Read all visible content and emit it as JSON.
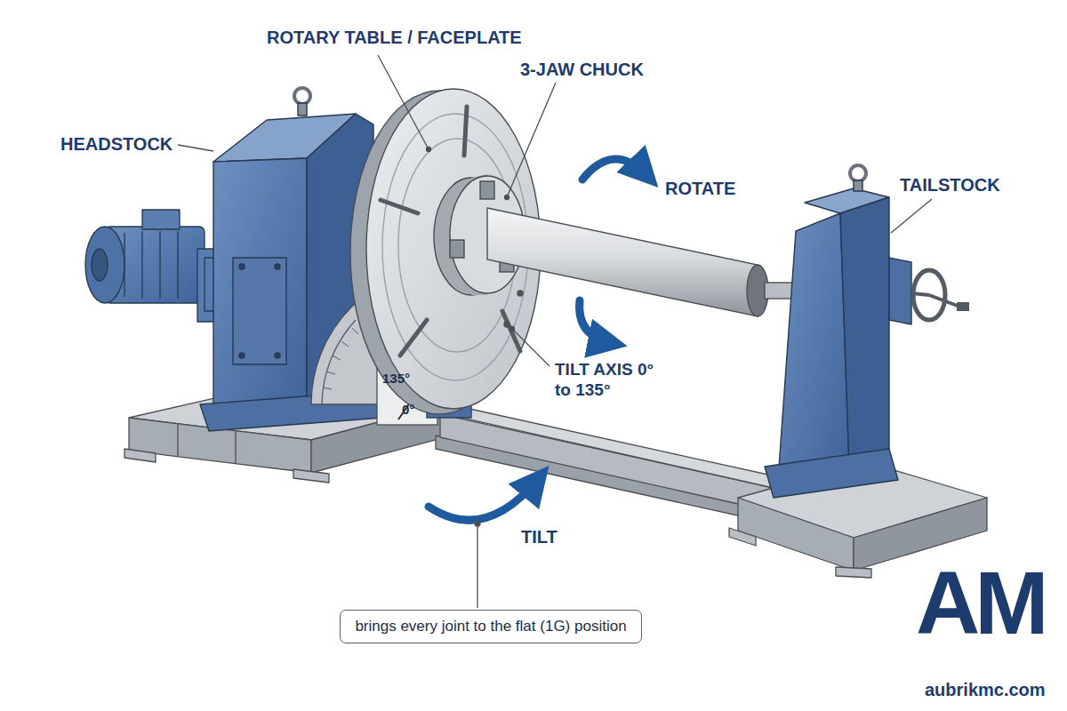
{
  "diagram": {
    "nodes": [
      {
        "text": [
          "brings every joint to the flat (1G) position"
        ]
      }
    ],
    "labels": [
      "HEADSTOCK",
      "ROTARY TABLE / FACEPLATE",
      "3-JAW CHUCK",
      "ROTATE",
      "TAILSTOCK",
      "TILT AXIS 0° to 135°",
      "135°",
      "0°",
      "TILT",
      "AM",
      "aubrikmc.com"
    ]
  }
}
